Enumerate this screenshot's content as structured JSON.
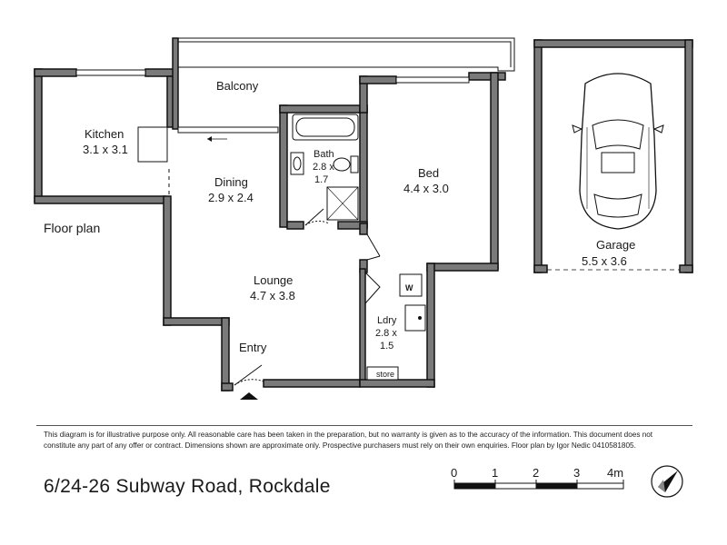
{
  "title": "Floor plan",
  "address": "6/24-26 Subway Road, Rockdale",
  "disclaimer": "This diagram is for illustrative purpose only. All reasonable care has been taken in the preparation, but no warranty is given as to the accuracy of the information. This document does not constitute any part of any offer or contract. Dimensions shown are approximate only. Prospective purchasers must rely on their own enquiries. Floor plan by Igor Nedic 0410581805.",
  "rooms": {
    "balcony": {
      "name": "Balcony"
    },
    "kitchen": {
      "name": "Kitchen",
      "size": "3.1 x 3.1"
    },
    "dining": {
      "name": "Dining",
      "size": "2.9 x 2.4"
    },
    "bath": {
      "name": "Bath",
      "size_line1": "2.8 x",
      "size_line2": "1.7"
    },
    "bed": {
      "name": "Bed",
      "size": "4.4 x 3.0"
    },
    "lounge": {
      "name": "Lounge",
      "size": "4.7 x 3.8"
    },
    "laundry": {
      "name": "Ldry",
      "size_line1": "2.8 x",
      "size_line2": "1.5"
    },
    "entry": {
      "name": "Entry"
    },
    "store": {
      "name": "store"
    },
    "garage": {
      "name": "Garage",
      "size": "5.5 x 3.6"
    }
  },
  "scale_bar": {
    "labels": [
      "0",
      "1",
      "2",
      "3",
      "4m"
    ]
  },
  "icons": [
    "car-icon",
    "compass-icon",
    "entry-arrow-icon"
  ]
}
